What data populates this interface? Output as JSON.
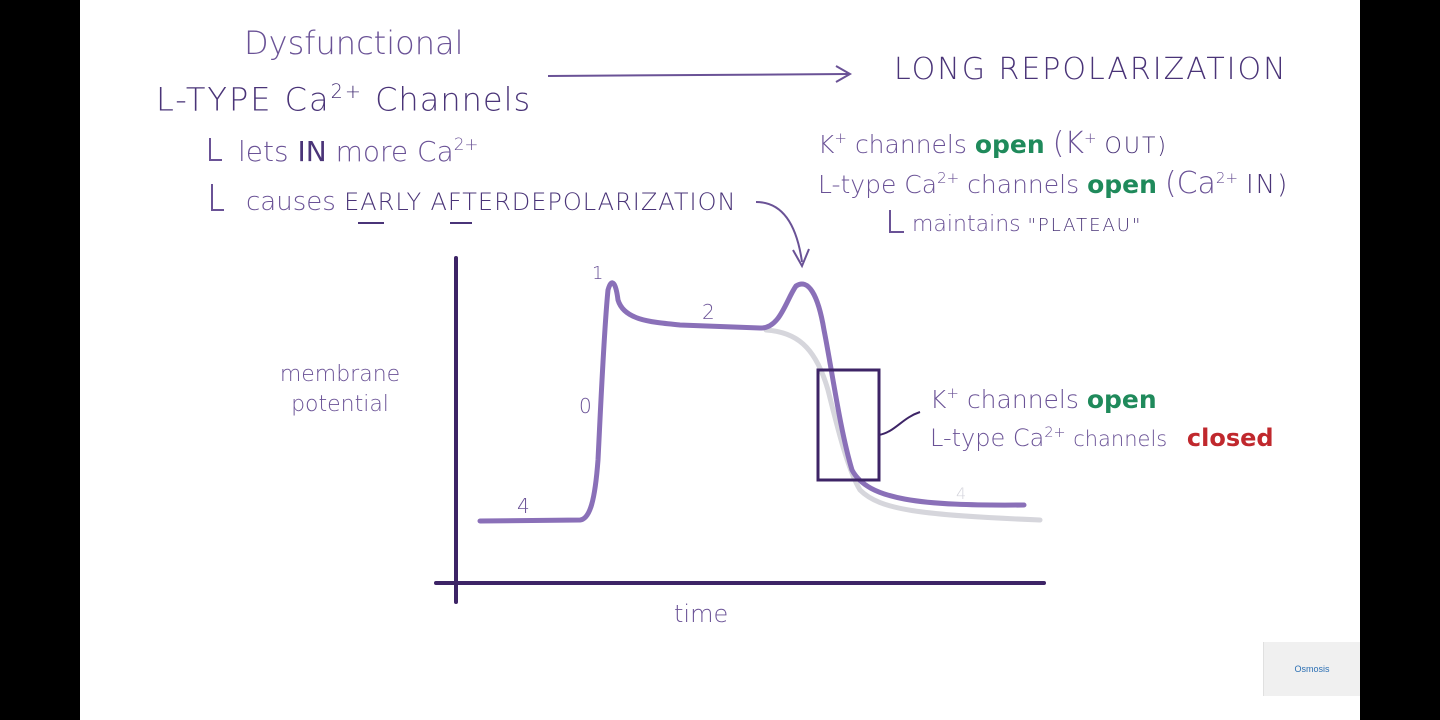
{
  "title": {
    "line1": "Dysfunctional",
    "line2_prefix": "L-TYPE Ca",
    "line2_sup": "2+",
    "line2_suffix": "Channels"
  },
  "bullets": {
    "b1_prefix": "lets",
    "b1_strong": "IN",
    "b1_more": "more Ca",
    "b1_sup": "2+",
    "b2_prefix": "causes",
    "b2_early": "EARLY",
    "b2_after": "AFTERDEPOLARIZATION"
  },
  "result": {
    "heading": "LONG REPOLARIZATION",
    "k_label": "K",
    "k_sup": "+",
    "k_text": "channels",
    "k_state": "open",
    "k_paren": "(K",
    "k_paren_sup": "+",
    "k_paren_end": "OUT)",
    "ca_label": "L-type Ca",
    "ca_sup": "2+",
    "ca_text": "channels",
    "ca_state": "open",
    "ca_paren": "(Ca",
    "ca_paren_sup": "2+",
    "ca_paren_end": "IN)",
    "plateau_prefix": "maintains",
    "plateau_word": "\"PLATEAU\""
  },
  "box_note": {
    "k_label": "K",
    "k_sup": "+",
    "k_text": "channels",
    "k_state": "open",
    "ca_label": "L-type Ca",
    "ca_sup": "2+",
    "ca_text": "channels",
    "ca_state": "closed"
  },
  "chart_data": {
    "type": "line",
    "ylabel": "membrane potential",
    "xlabel": "time",
    "phase_labels": [
      "4",
      "0",
      "1",
      "2",
      "4"
    ],
    "series": [
      {
        "style": "abnormal action potential with early afterdepolarization",
        "color": "#8a70b8"
      },
      {
        "style": "normal action potential",
        "color": "#d6d6dc"
      }
    ]
  },
  "colors": {
    "ink": "#6a5296",
    "axis": "#3d2466",
    "open": "#1f8a5b",
    "closed": "#c0282d"
  },
  "watermark": "Osmosis"
}
